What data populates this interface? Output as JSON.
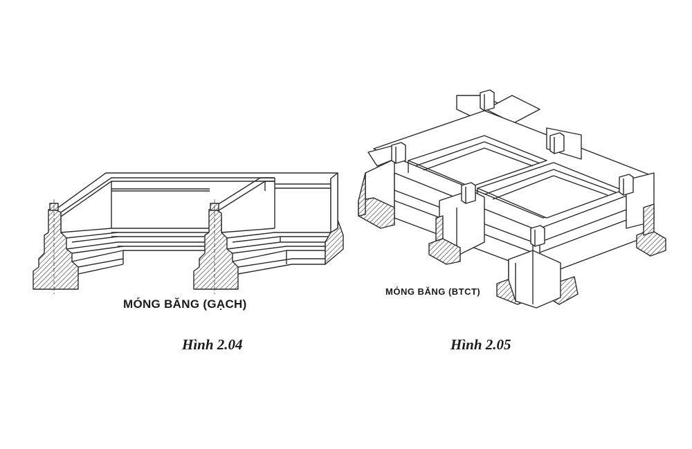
{
  "figures": [
    {
      "id": "brick",
      "label": "MÓNG BĂNG (GẠCH)",
      "caption": "Hình 2.04"
    },
    {
      "id": "reinforced-concrete",
      "label": "MÓNG BĂNG (BTCT)",
      "caption": "Hình 2.05"
    }
  ],
  "colors": {
    "line": "#2a2a2a",
    "hatch": "#3a3a3a",
    "background": "#ffffff"
  }
}
